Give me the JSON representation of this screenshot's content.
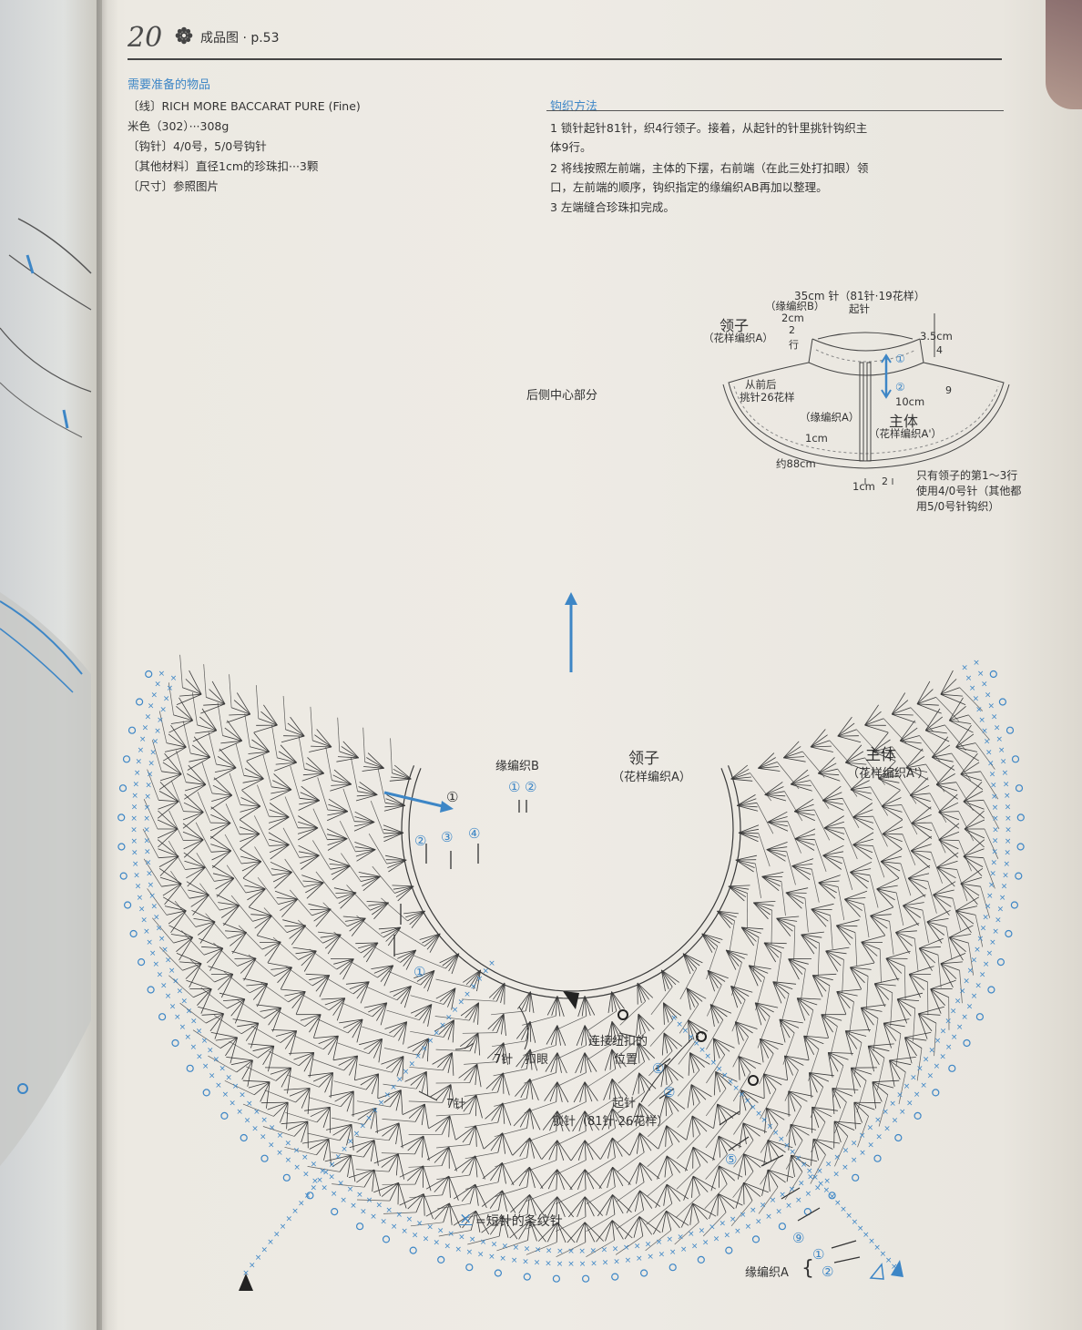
{
  "header": {
    "page_number": "20",
    "page_ref": "成品图 · p.53"
  },
  "materials": {
    "title": "需要准备的物品",
    "yarn": "〔线〕RICH MORE   BACCARAT PURE (Fine)",
    "yarn_color": "米色（302）···308g",
    "hook": "〔钩针〕4/0号，5/0号钩针",
    "other": "〔其他材料〕直径1cm的珍珠扣···3颗",
    "size": "〔尺寸〕参照图片"
  },
  "method": {
    "title": "钩织方法",
    "step1_a": "1    锁针起针81针，织4行领子。接着，从起针的针里挑针钩织主",
    "step1_b": "体9行。",
    "step2_a": "2    将线按照左前端，主体的下摆，右前端（在此三处打扣眼）领",
    "step2_b": "口，左前端的顺序，钩织指定的缘编织AB再加以整理。",
    "step3": "3    左端缝合珍珠扣完成。"
  },
  "small_diagram": {
    "top_dim": "35cm 针（81针·19花样）",
    "edging_b": "（缘编织B）",
    "start": "起针",
    "collar": "领子",
    "collar_pattern": "（花样编织A）",
    "dim_2cm": "2cm",
    "rows_2": "2",
    "rows_word": "行",
    "dim_35": "3.5cm",
    "rows_4": "4",
    "pickup_a": "从前后",
    "pickup_b": "挑针26花样",
    "circle1": "①",
    "circle2": "②",
    "dim_10": "10cm",
    "rows_9": "9",
    "edging_a": "（缘编织A）",
    "body": "主体",
    "body_pattern": "（花样编织A'）",
    "dim_1cm": "1cm",
    "dim_88": "约88cm",
    "dim_1cm_b": "1cm",
    "rows_2b": "2",
    "note1": "只有领子的第1～3行",
    "note2": "使用4/0号针（其他都",
    "note3": "用5/0号针钩织）"
  },
  "chart": {
    "back_center": "后侧中心部分",
    "collar": "领子",
    "collar_pattern": "（花样编织A）",
    "body": "主体",
    "body_pattern": "（花样编织A'）",
    "edging_b": "缘编织B",
    "circled_1": "①",
    "circled_2": "②",
    "circled_3": "③",
    "circled_4": "④",
    "circled_5": "⑤",
    "circled_9": "⑨",
    "stitches_7a": "7针",
    "buttonhole": "扣眼",
    "stitches_7b": "7针",
    "button_pos_a": "连接纽扣的",
    "button_pos_b": "位置",
    "start_a": "起针",
    "start_b": "锁针（81针·26花样）",
    "edging_a": "缘编织A",
    "legend_symbol": "×",
    "legend_text": "=短针的条纹针"
  },
  "colors": {
    "accent_blue": "#3d86c6",
    "ink": "#3a3a3a",
    "paper": "#eeebe5"
  }
}
